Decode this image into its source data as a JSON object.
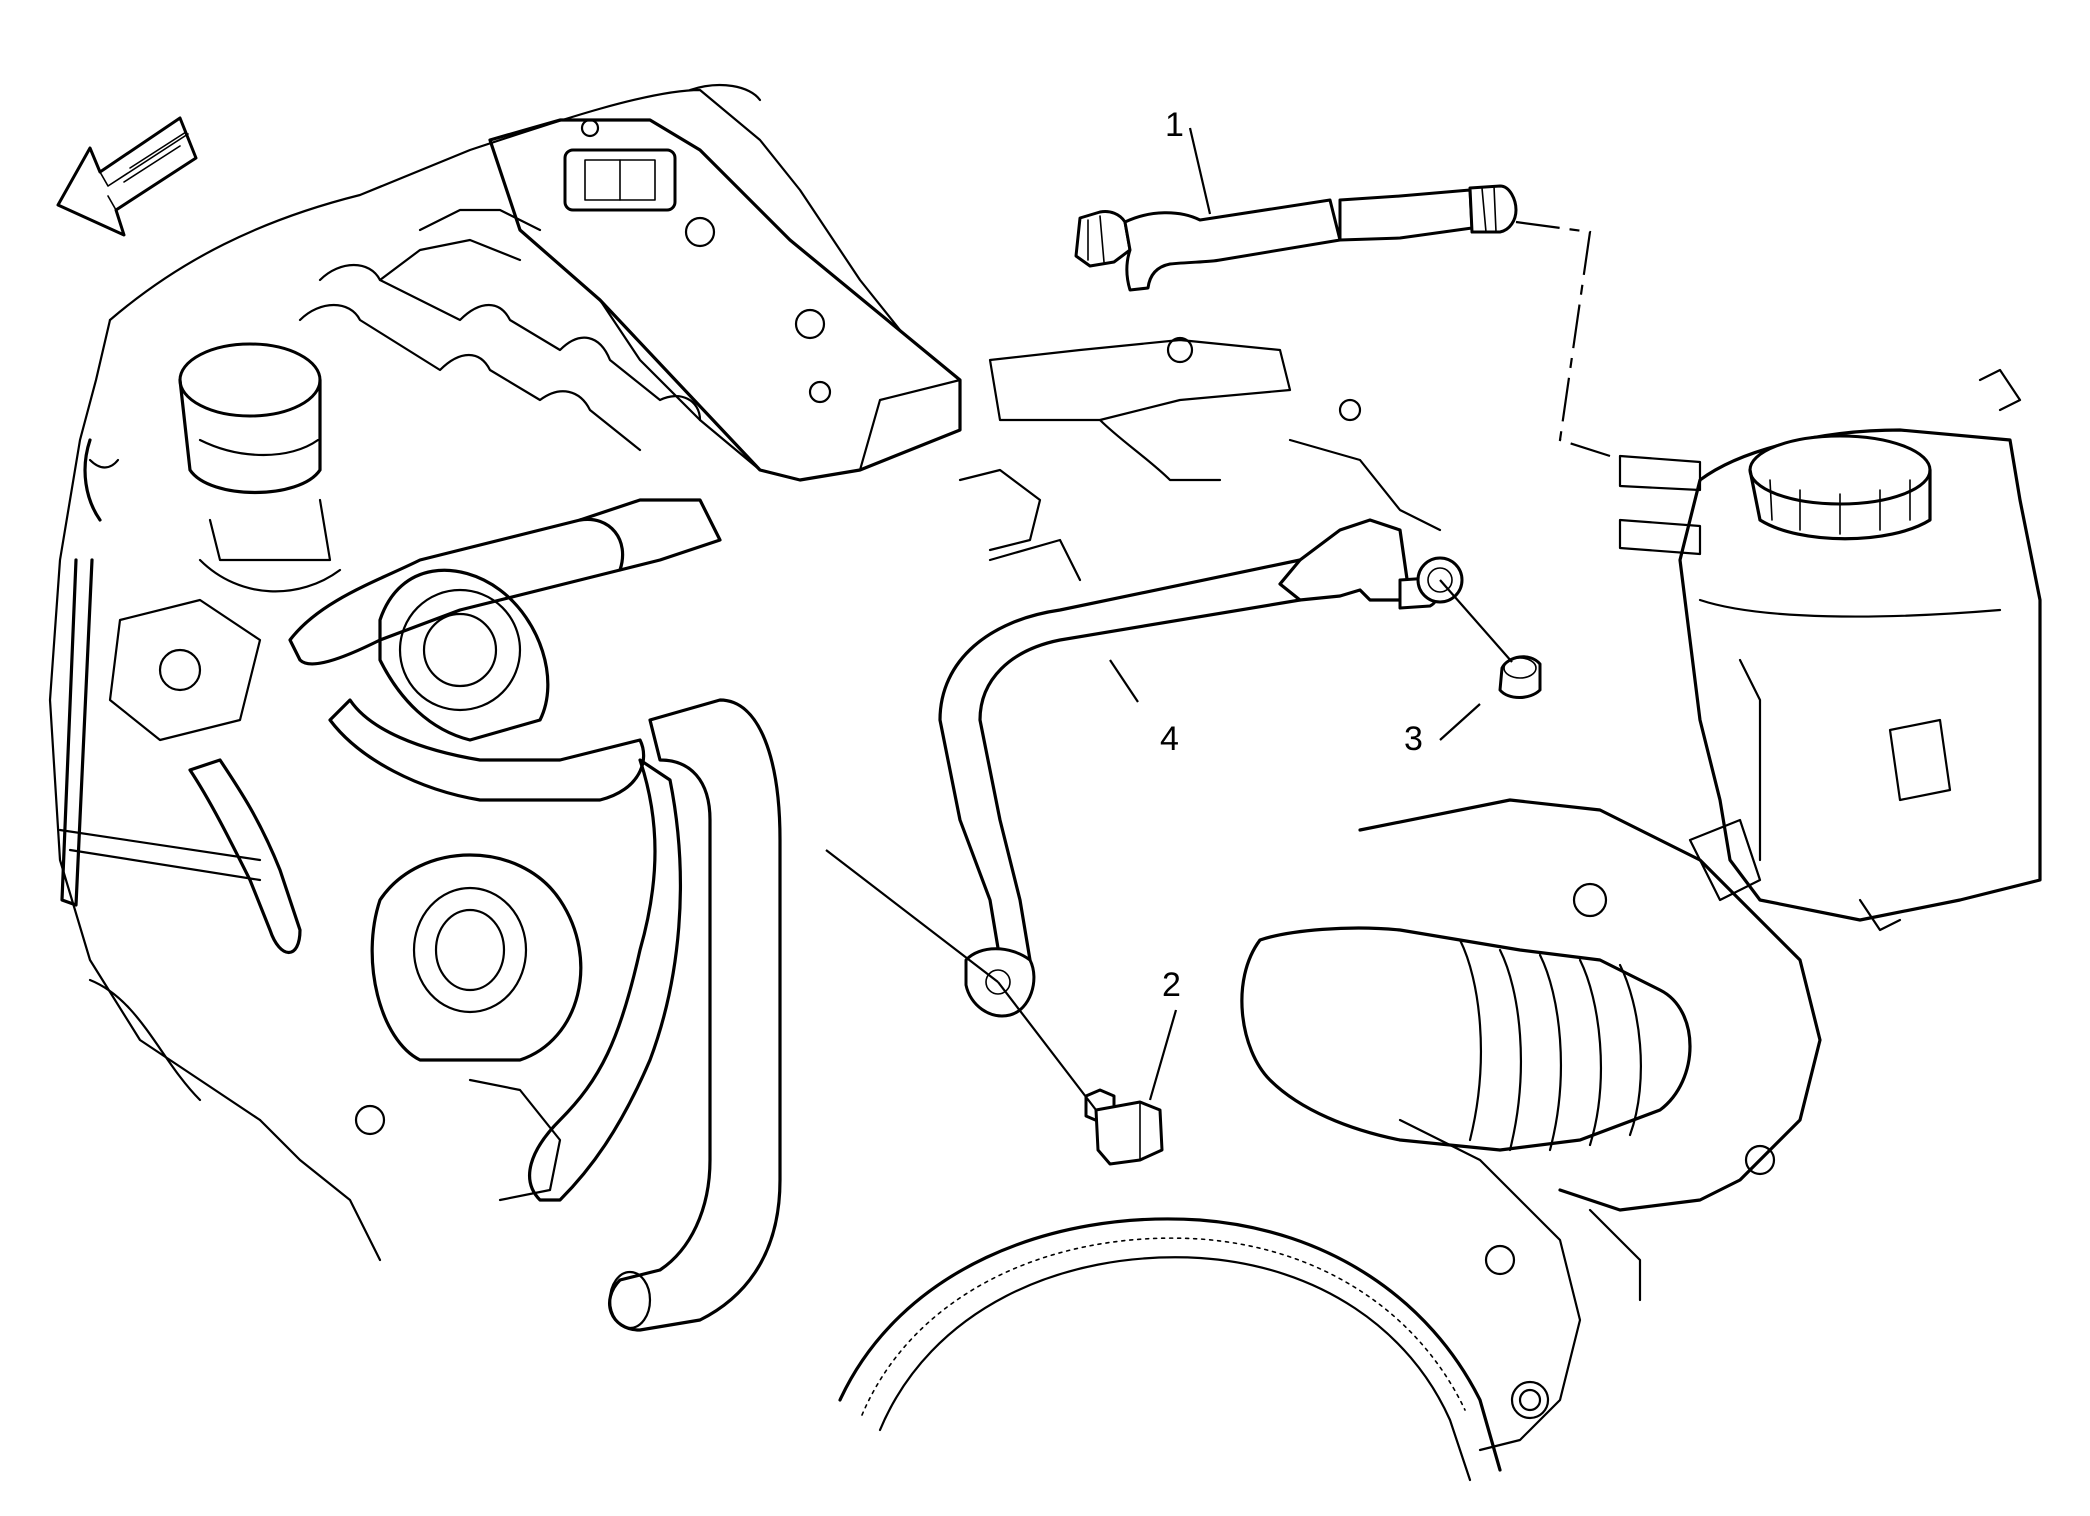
{
  "callouts": [
    {
      "id": "1",
      "label": "1"
    },
    {
      "id": "2",
      "label": "2"
    },
    {
      "id": "3",
      "label": "3"
    },
    {
      "id": "4",
      "label": "4"
    }
  ],
  "colors": {
    "line": "#000000",
    "background": "#ffffff"
  },
  "icons": [
    "front-direction-arrow-icon"
  ]
}
